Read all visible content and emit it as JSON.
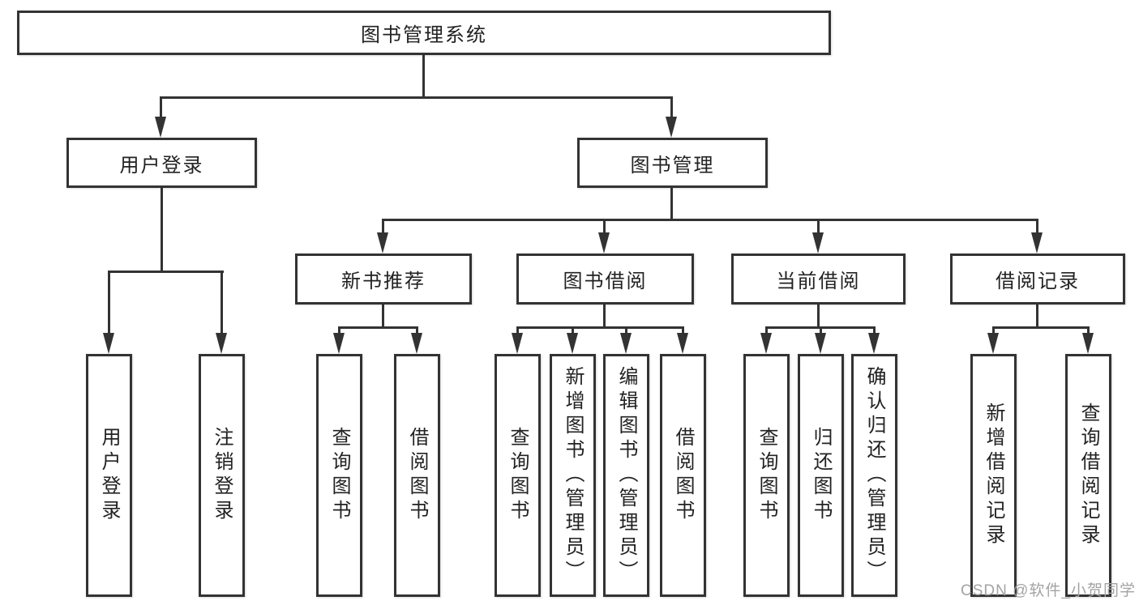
{
  "diagram_type": "hierarchy-tree",
  "tree": {
    "label": "图书管理系统",
    "children": [
      {
        "label": "用户登录",
        "children": [
          {
            "label": "用户登录"
          },
          {
            "label": "注销登录"
          }
        ]
      },
      {
        "label": "图书管理",
        "children": [
          {
            "label": "新书推荐",
            "children": [
              {
                "label": "查询图书"
              },
              {
                "label": "借阅图书"
              }
            ]
          },
          {
            "label": "图书借阅",
            "children": [
              {
                "label": "查询图书"
              },
              {
                "label": "新增图书（管理员）"
              },
              {
                "label": "编辑图书（管理员）"
              },
              {
                "label": "借阅图书"
              }
            ]
          },
          {
            "label": "当前借阅",
            "children": [
              {
                "label": "查询图书"
              },
              {
                "label": "归还图书"
              },
              {
                "label": "确认归还（管理员）"
              }
            ]
          },
          {
            "label": "借阅记录",
            "children": [
              {
                "label": "新增借阅记录"
              },
              {
                "label": "查询借阅记录"
              }
            ]
          }
        ]
      }
    ]
  },
  "watermark": "CSDN @软件_小贺同学",
  "colors": {
    "line": "#333333",
    "text": "#222222",
    "background": "#ffffff",
    "watermark": "#a3a3a3"
  }
}
